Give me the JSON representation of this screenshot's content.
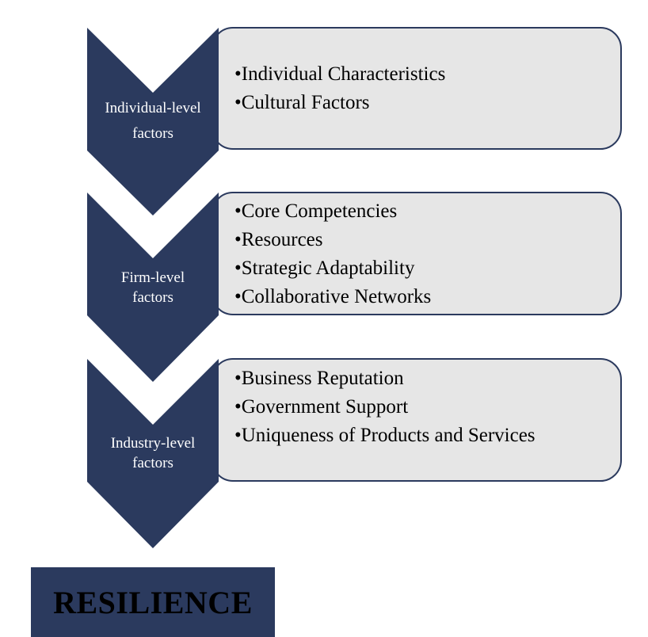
{
  "colors": {
    "chevron": "#2b3a5e",
    "box_fill": "#e6e6e6",
    "box_border": "#2b3a5e",
    "label_text": "#ffffff",
    "result_fill": "#2b3a5e"
  },
  "stages": [
    {
      "label_lines": [
        "Individual-level",
        "factors"
      ],
      "items": [
        "•Individual Characteristics",
        "•Cultural Factors"
      ]
    },
    {
      "label_lines": [
        "Firm-level",
        "factors"
      ],
      "items": [
        "•Core Competencies",
        "•Resources",
        "•Strategic Adaptability",
        "•Collaborative Networks"
      ]
    },
    {
      "label_lines": [
        "Industry-level",
        "factors"
      ],
      "items": [
        "•Business Reputation",
        "•Government Support",
        "•Uniqueness of Products and Services"
      ]
    }
  ],
  "result": {
    "label": "RESILIENCE"
  }
}
